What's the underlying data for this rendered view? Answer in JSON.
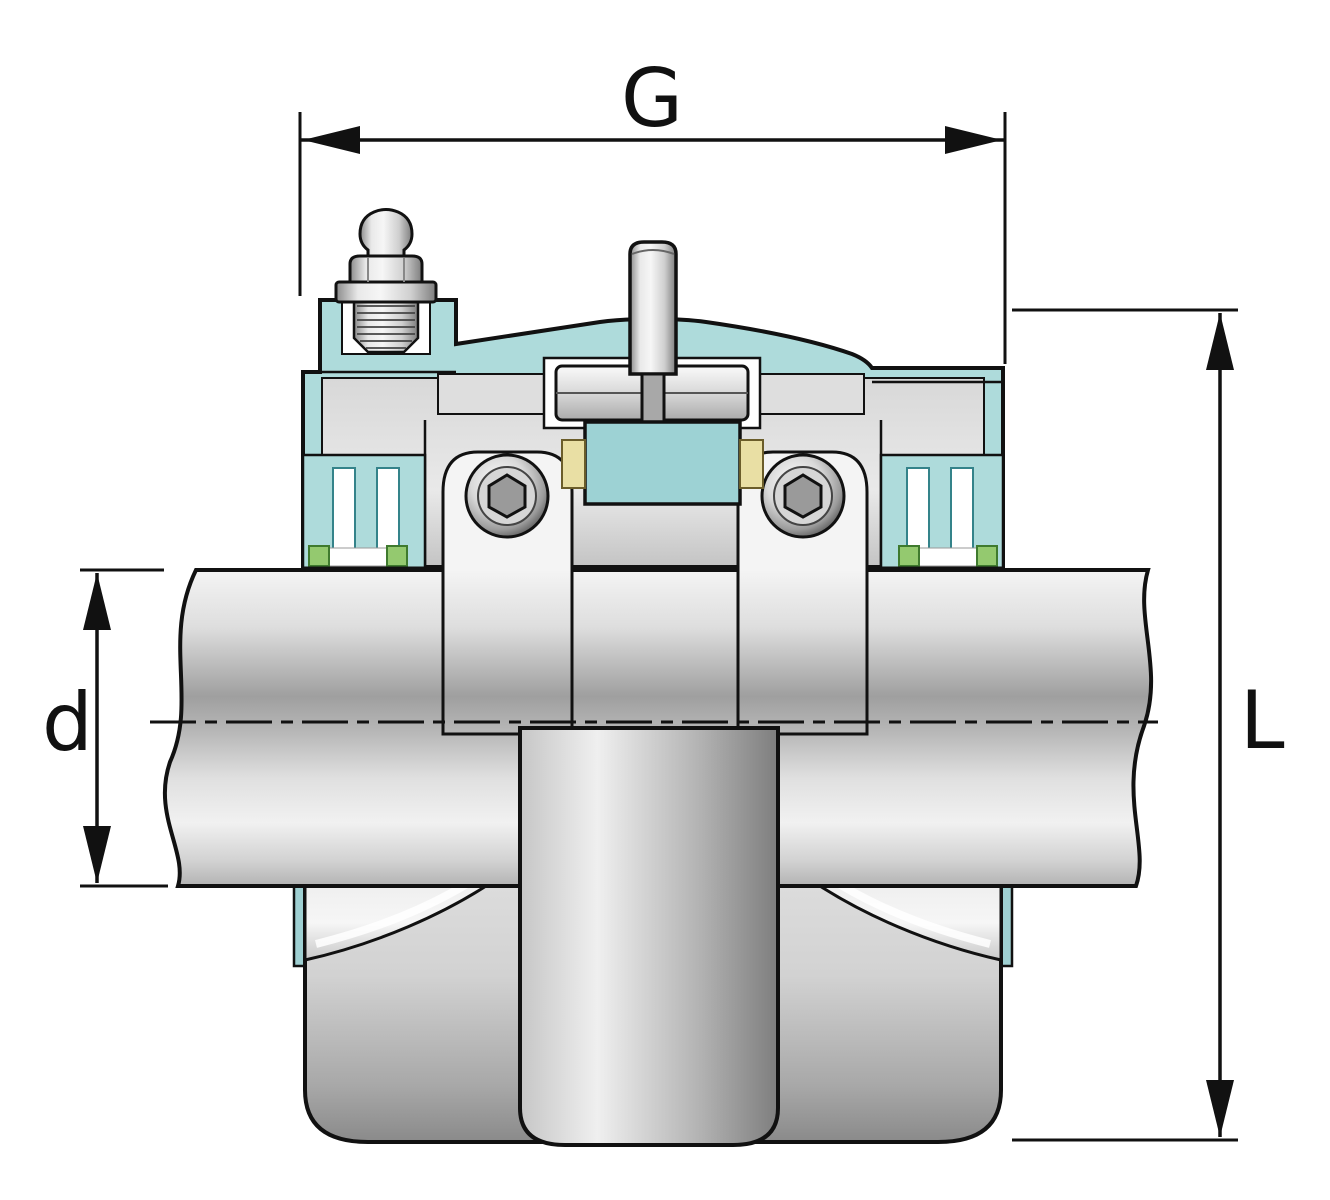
{
  "diagram": {
    "type": "technical-drawing",
    "subject": "plummer-block-bearing-unit-cross-section-with-shaft",
    "dimensions": {
      "g_label": "G",
      "d_label": "d",
      "l_label": "L"
    },
    "colors": {
      "outline": "#111111",
      "housing_teal": "#aedbdb",
      "housing_teal_mid": "#9fd0d2",
      "teal_dark": "#34838a",
      "metal_light": "#ededed",
      "metal_dark": "#8c8c8c",
      "seal_green": "#94c96f",
      "cage_yellow": "#e9dfa4",
      "background": "#ffffff"
    }
  }
}
